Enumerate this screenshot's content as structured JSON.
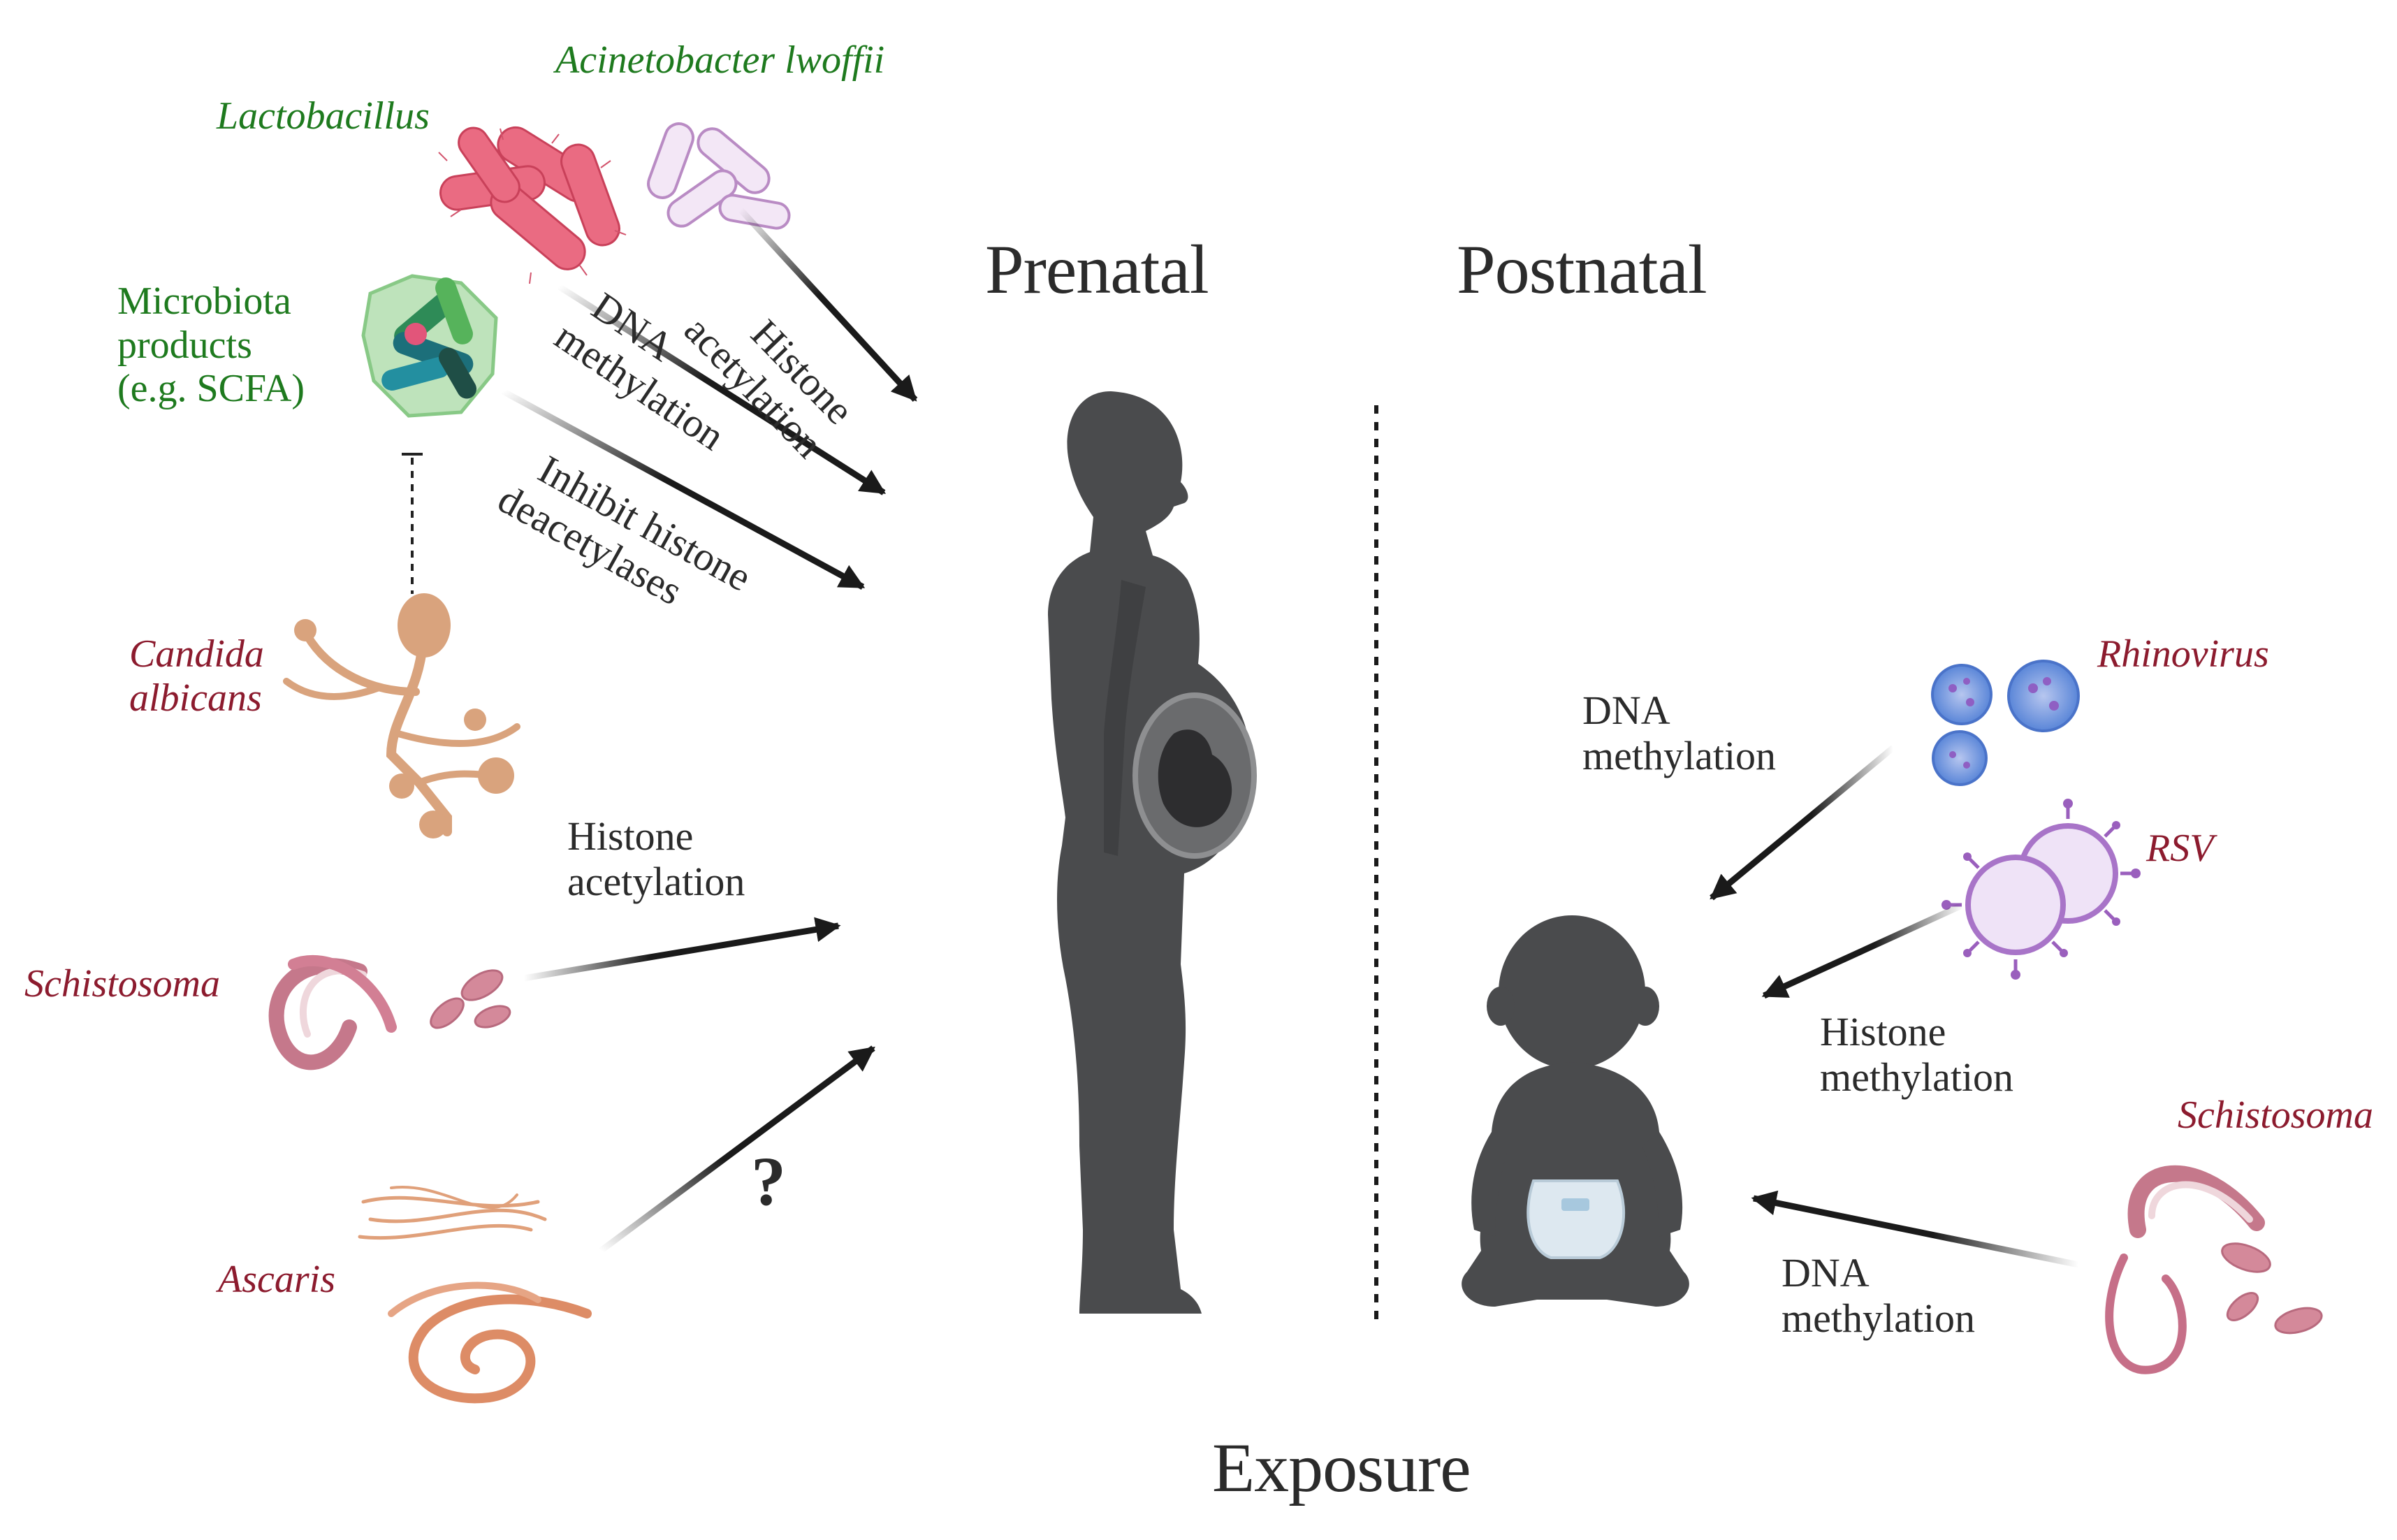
{
  "headings": {
    "prenatal": "Prenatal",
    "postnatal": "Postnatal",
    "exposure": "Exposure"
  },
  "organisms": {
    "acinetobacter": "Acinetobacter lwoffii",
    "lactobacillus": "Lactobacillus",
    "microbiota": [
      "Microbiota",
      "products",
      "(e.g. SCFA)"
    ],
    "candida": [
      "Candida",
      "albicans"
    ],
    "schistosoma_pre": "Schistosoma",
    "ascaris": "Ascaris",
    "rhinovirus": "Rhinovirus",
    "rsv": "RSV",
    "schistosoma_post": "Schistosoma"
  },
  "mechanisms": {
    "histone_acetylation_diag": [
      "Histone",
      "acetylation"
    ],
    "dna_methylation_diag": [
      "DNA",
      "methylation"
    ],
    "inhibit_hdac": [
      "Inhibit histone",
      "deacetylases"
    ],
    "schisto_pre": [
      "Histone",
      "acetylation"
    ],
    "ascaris_unknown": "?",
    "rhinovirus_effect": [
      "DNA",
      "methylation"
    ],
    "rsv_effect": [
      "Histone",
      "methylation"
    ],
    "schisto_post": [
      "DNA",
      "methylation"
    ]
  },
  "colors": {
    "species_commensal": "#1e7a1e",
    "species_pathogen": "#8c1b2e",
    "silhouette": "#4a4b4d",
    "arrow": "#1a1a1a"
  }
}
